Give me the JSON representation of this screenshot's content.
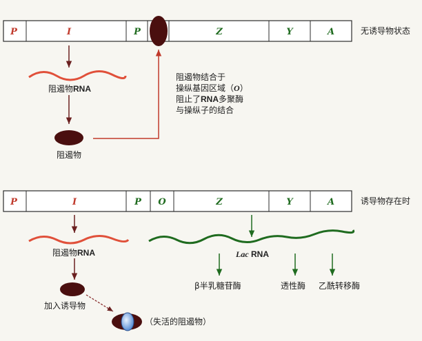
{
  "top": {
    "state_label": "无诱导物状态",
    "segments": [
      "P",
      "I",
      "P",
      "",
      "Z",
      "Y",
      "A"
    ],
    "rna_label_pre": "阻遏物",
    "rna_label_bold": "RNA",
    "repressor_label": "阻遏物",
    "note": {
      "line1": "阻遏物结合于",
      "line2_pre": "操纵基因区域（",
      "line2_o": "O",
      "line2_post": "）",
      "line3_pre": "阻止了",
      "line3_bold": "RNA",
      "line3_post": "多聚酶",
      "line4": "与操纵子的结合"
    }
  },
  "bottom": {
    "state_label": "诱导物存在时",
    "segments": [
      "P",
      "I",
      "P",
      "O",
      "Z",
      "Y",
      "A"
    ],
    "rna_label_pre": "阻遏物",
    "rna_label_bold": "RNA",
    "inducer_label": "加入诱导物",
    "inactive_label": "（失活的阻遏物）",
    "lac_label_it": "Lac",
    "lac_label_rest": " RNA",
    "enzymes": [
      "β半乳糖苷酶",
      "透性酶",
      "乙酰转移酶"
    ]
  },
  "colors": {
    "red": "#c0392b",
    "green": "#1f6b1f",
    "repressor": "#4a0f0f",
    "bar_border": "#2b2b2b"
  }
}
